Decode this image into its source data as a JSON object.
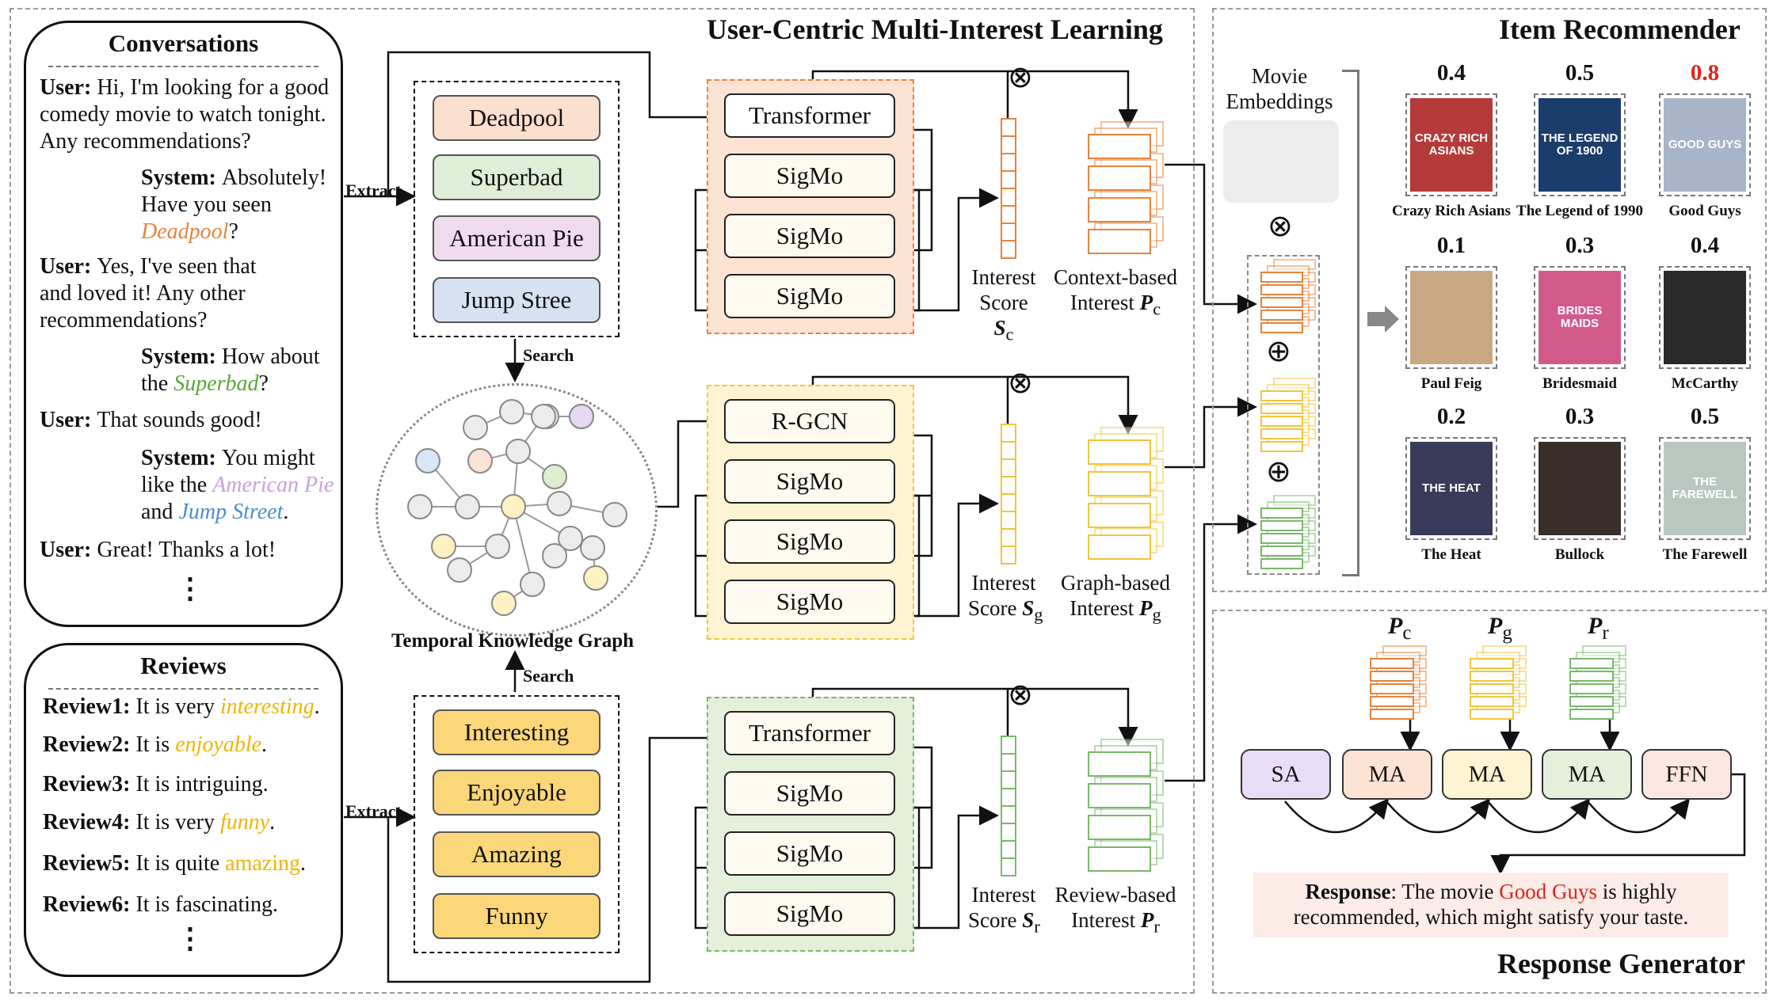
{
  "titles": {
    "multi_interest": "User-Centric Multi-Interest Learning",
    "recommender": "Item Recommender",
    "generator": "Response Generator"
  },
  "conversations": {
    "title": "Conversations",
    "lines": [
      {
        "speaker": "User",
        "text": "Hi, I'm looking for a good comedy movie to watch tonight. Any recommendations?"
      },
      {
        "speaker": "System",
        "text": "Absolutely! Have you seen",
        "highlight": "Deadpool",
        "tail": "?"
      },
      {
        "speaker": "User",
        "text": "Yes, I've seen that and loved it! Any other recommendations?"
      },
      {
        "speaker": "System",
        "text": "How about the",
        "highlight": "Superbad",
        "tail": "?"
      },
      {
        "speaker": "User",
        "text": "That sounds good!"
      },
      {
        "speaker": "System",
        "text": "You might like the",
        "highlight": "American Pie",
        "mid": "and",
        "highlight2": "Jump Street",
        "tail": "."
      },
      {
        "speaker": "User",
        "text": "Great! Thanks a lot!"
      }
    ],
    "ellipsis": "⋮"
  },
  "reviews": {
    "title": "Reviews",
    "lines": [
      {
        "label": "Review1:",
        "text": "It is very",
        "highlight": "interesting",
        "tail": "."
      },
      {
        "label": "Review2:",
        "text": "It is",
        "highlight": "enjoyable",
        "tail": "."
      },
      {
        "label": "Review3:",
        "text": "It is intriguing."
      },
      {
        "label": "Review4:",
        "text": "It is very",
        "highlight": "funny",
        "tail": "."
      },
      {
        "label": "Review5:",
        "text": "It is quite",
        "highlight": "amazing",
        "tail": "."
      },
      {
        "label": "Review6:",
        "text": "It is fascinating."
      }
    ],
    "ellipsis": "⋮"
  },
  "labels": {
    "extract": "Extract",
    "search": "Search",
    "tkg": "Temporal Knowledge Graph",
    "movie_embeddings": "Movie Embeddings",
    "otimes": "⊗",
    "oplus": "⊕"
  },
  "movies_extracted": [
    "Deadpool",
    "Superbad",
    "American Pie",
    "Jump Stree"
  ],
  "review_words": [
    "Interesting",
    "Enjoyable",
    "Amazing",
    "Funny"
  ],
  "modules": {
    "context": {
      "head": "Transformer",
      "sig": [
        "SigMo",
        "SigMo",
        "SigMo"
      ],
      "score": "Interest Score S",
      "score_sub": "c",
      "interest1": "Context-based",
      "interest2": "Interest P",
      "interest_sub": "c"
    },
    "graph": {
      "head": "R-GCN",
      "sig": [
        "SigMo",
        "SigMo",
        "SigMo"
      ],
      "score": "Interest Score S",
      "score_sub": "g",
      "interest1": "Graph-based",
      "interest2": "Interest P",
      "interest_sub": "g"
    },
    "review": {
      "head": "Transformer",
      "sig": [
        "SigMo",
        "SigMo",
        "SigMo"
      ],
      "score": "Interest Score S",
      "score_sub": "r",
      "interest1": "Review-based",
      "interest2": "Interest P",
      "interest_sub": "r"
    }
  },
  "recommendations": [
    {
      "score": "0.4",
      "name": "Crazy Rich Asians"
    },
    {
      "score": "0.5",
      "name": "The Legend of 1990"
    },
    {
      "score": "0.8",
      "name": "Good Guys",
      "highlight": true
    },
    {
      "score": "0.1",
      "name": "Paul Feig"
    },
    {
      "score": "0.3",
      "name": "Bridesmaid"
    },
    {
      "score": "0.4",
      "name": "McCarthy"
    },
    {
      "score": "0.2",
      "name": "The Heat"
    },
    {
      "score": "0.3",
      "name": "Bullock"
    },
    {
      "score": "0.5",
      "name": "The Farewell"
    }
  ],
  "poster_text": [
    "CRAZY RICH ASIANS",
    "THE LEGEND OF 1900",
    "GOOD GUYS",
    "",
    "BRIDES MAIDS",
    "",
    "THE HEAT",
    "",
    "THE FAREWELL"
  ],
  "generator": {
    "blocks": [
      "SA",
      "MA",
      "MA",
      "MA",
      "FFN"
    ],
    "p_labels": [
      "P",
      "P",
      "P"
    ],
    "p_subs": [
      "c",
      "g",
      "r"
    ],
    "response_label": "Response",
    "response_pre": ": The movie ",
    "response_highlight": "Good Guys",
    "response_post": " is highly recommended, which might satisfy your taste."
  },
  "colors": {
    "orange": "#e8833a",
    "yellow": "#f2c53a",
    "green": "#79b86a",
    "purple": "#c9a8e6",
    "red": "#e2231a",
    "deadpool_text": "#e8833a",
    "superbad_text": "#5aa63a",
    "americanpie_text": "#c9a0e0",
    "jumpstreet_text": "#4a8fd1",
    "review_text": "#f2b400"
  }
}
